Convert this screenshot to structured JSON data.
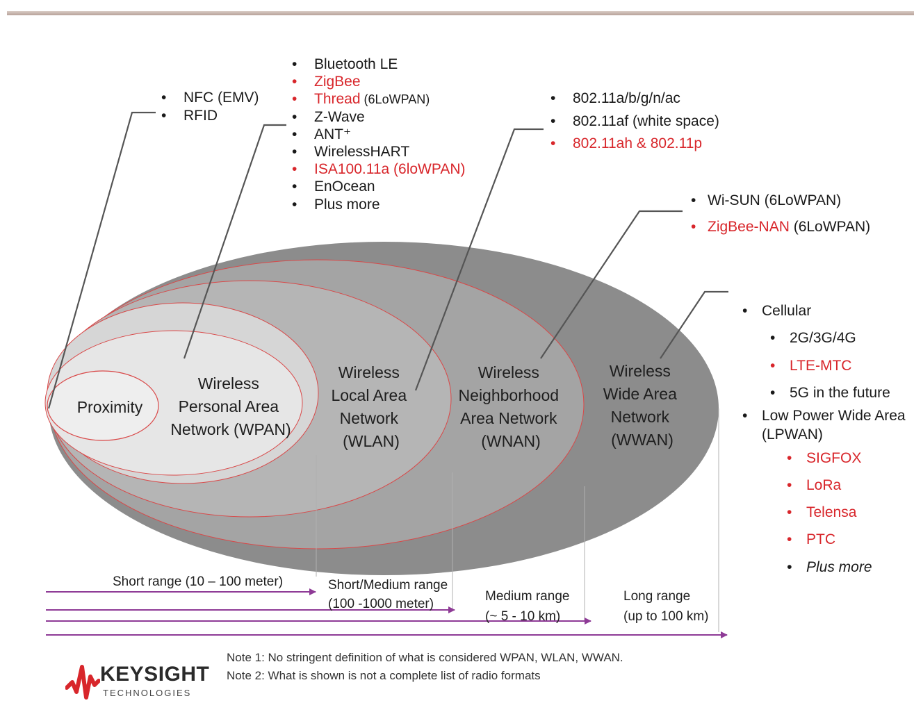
{
  "diagram": {
    "ellipses": [
      {
        "label_lines": [
          "Wireless",
          "Wide Area",
          "Network",
          "(WWAN)"
        ]
      },
      {
        "label_lines": [
          "Wireless",
          "Neighborhood",
          "Area Network",
          "(WNAN)"
        ]
      },
      {
        "label_lines": [
          "Wireless",
          "Local Area",
          "Network",
          "(WLAN)"
        ]
      },
      {
        "label_lines": [
          "Wireless",
          "Personal Area",
          "Network (WPAN)"
        ]
      },
      {
        "label_lines": [
          "Proximity"
        ]
      }
    ],
    "ranges": [
      {
        "lines": [
          "Short range (10 – 100 meter)"
        ]
      },
      {
        "lines": [
          "Short/Medium range",
          "(100 -1000 meter)"
        ]
      },
      {
        "lines": [
          "Medium range",
          "(~ 5 - 10 km)"
        ]
      },
      {
        "lines": [
          "Long range",
          "(up to 100 km)"
        ]
      }
    ]
  },
  "lists": {
    "proximity": [
      {
        "text": "NFC (EMV)"
      },
      {
        "text": "RFID"
      }
    ],
    "wpan": [
      {
        "text": "Bluetooth LE"
      },
      {
        "text": "ZigBee",
        "red": true
      },
      {
        "text": "Thread",
        "suffix": " (6LoWPAN)",
        "red": true
      },
      {
        "text": "Z-Wave"
      },
      {
        "text": "ANT⁺"
      },
      {
        "text": "WirelessHART"
      },
      {
        "text": "ISA100.11a (6loWPAN)",
        "red": true
      },
      {
        "text": "EnOcean"
      },
      {
        "text": "Plus more"
      }
    ],
    "wlan": [
      {
        "text": "802.11a/b/g/n/ac"
      },
      {
        "text": "802.11af (white space)"
      },
      {
        "text": "802.11ah & 802.11p",
        "red": true
      }
    ],
    "wnan": [
      {
        "text": "Wi-SUN (6LoWPAN)"
      },
      {
        "text": "ZigBee-NAN",
        "suffix": " (6LoWPAN)",
        "red": true
      }
    ],
    "wwan": [
      {
        "text": "Cellular",
        "level": 0
      },
      {
        "text": "2G/3G/4G",
        "level": 1
      },
      {
        "text": "LTE-MTC",
        "level": 1,
        "red": true
      },
      {
        "text": "5G in the future",
        "level": 1
      },
      {
        "text": "Low Power Wide Area",
        "level": 0
      },
      {
        "text": "(LPWAN)",
        "level": 0,
        "nobullet": true
      },
      {
        "text": "SIGFOX",
        "level": 2,
        "red": true
      },
      {
        "text": "LoRa",
        "level": 2,
        "red": true
      },
      {
        "text": "Telensa",
        "level": 2,
        "red": true
      },
      {
        "text": "PTC",
        "level": 2,
        "red": true
      },
      {
        "text": "Plus more",
        "level": 2,
        "italic": true
      }
    ]
  },
  "notes": {
    "note1": "Note 1: No stringent definition of what is considered WPAN, WLAN, WWAN.",
    "note2": "Note 2: What is shown is not a complete list of radio formats"
  },
  "logo": {
    "name": "KEYSIGHT",
    "sub": "TECHNOLOGIES"
  },
  "colors": {
    "accent_red": "#d8262b",
    "arrow_purple": "#8e3a96",
    "top_bar": "#c9b6ad"
  }
}
